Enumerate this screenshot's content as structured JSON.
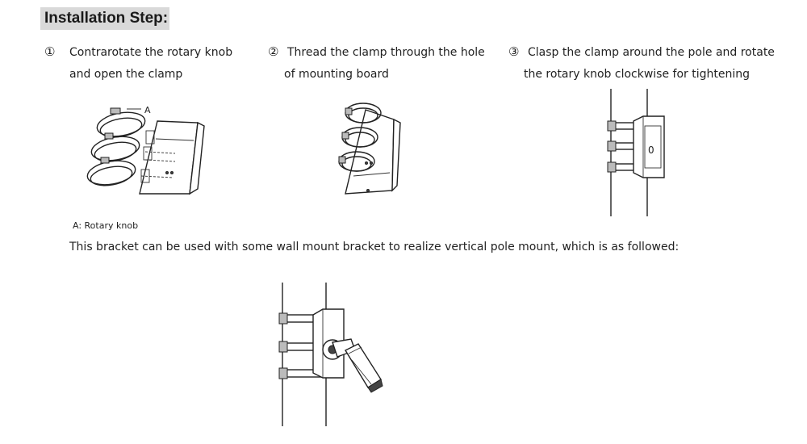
{
  "title": "Installation Step:",
  "steps": [
    {
      "num": "①",
      "lines": [
        "Contrarotate the rotary knob",
        "and open the clamp"
      ]
    },
    {
      "num": "②",
      "lines": [
        "Thread the clamp through the hole",
        "of mounting board"
      ]
    },
    {
      "num": "③",
      "lines": [
        "Clasp the clamp around the pole and rotate",
        "the rotary knob clockwise for tightening"
      ]
    }
  ],
  "figure1_label": "A",
  "caption": "A: Rotary knob",
  "note": "This bracket can be used with some wall mount bracket to realize vertical pole mount, which is as followed:",
  "step3_hole_label": "0"
}
